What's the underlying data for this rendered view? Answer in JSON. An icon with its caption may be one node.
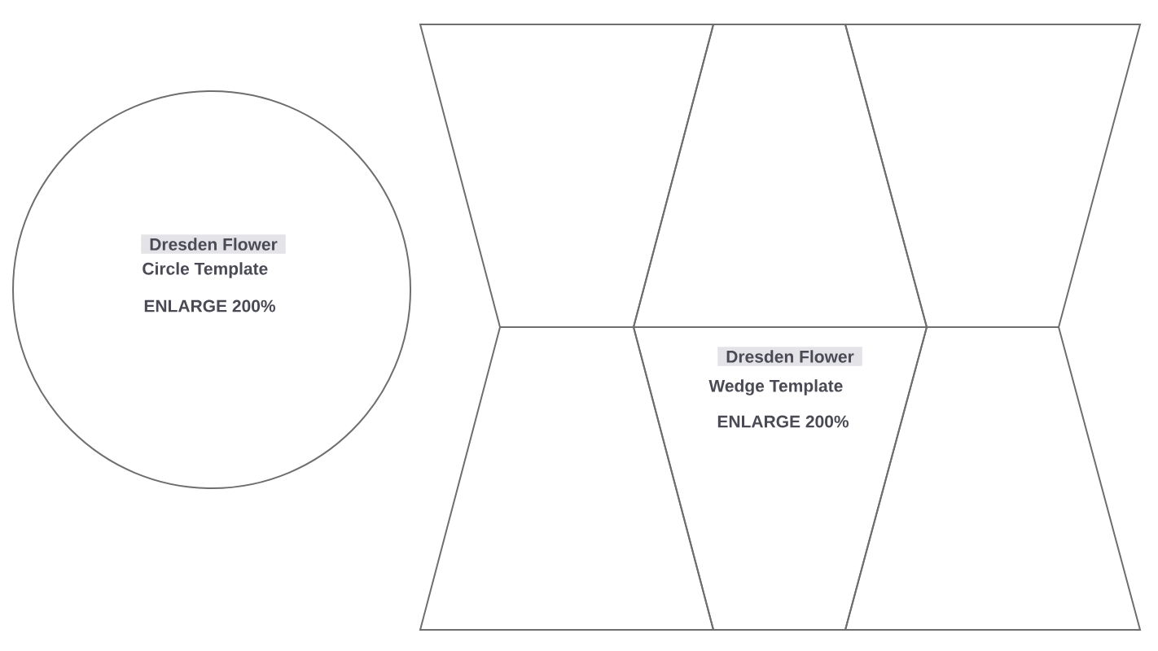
{
  "diagram": {
    "nodes": [
      {
        "text": [
          "Dresden Flower",
          "Circle Template",
          "ENLARGE 200%"
        ]
      },
      {
        "text": [],
        "shape": "trapezoid"
      },
      {
        "text": [],
        "shape": "trapezoid"
      },
      {
        "text": [],
        "shape": "trapezoid"
      },
      {
        "text": [],
        "shape": "trapezoid"
      },
      {
        "text": [
          "Dresden Flower",
          "Wedge Template",
          "ENLARGE 200%"
        ]
      },
      {
        "text": [],
        "shape": "trapezoid"
      }
    ]
  }
}
